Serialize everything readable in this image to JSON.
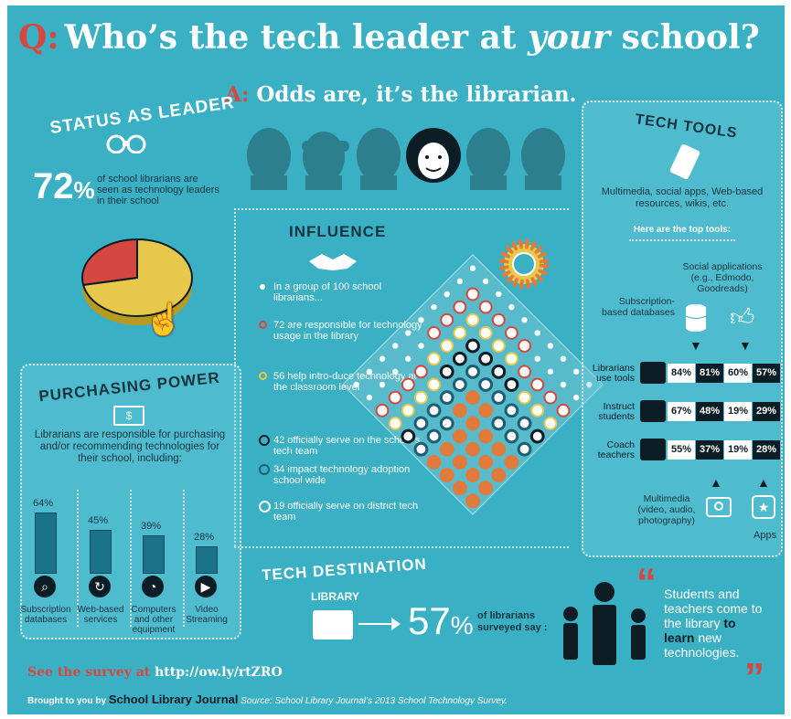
{
  "header": {
    "q_label": "Q:",
    "question": "Who’s the tech leader at ",
    "question_em": "your",
    "question_end": " school?",
    "a_label": "A:",
    "answer": "Odds are, it’s the librarian."
  },
  "status": {
    "heading": "STATUS AS LEADER",
    "percent": "72",
    "percent_sign": "%",
    "text": "of school librarians are seen as technology leaders in their school",
    "share": 0.72
  },
  "influence": {
    "heading": "INFLUENCE",
    "items": [
      {
        "text": "In a group of 100 school librarians...",
        "color": "#ffffff",
        "count": 100
      },
      {
        "text": "72 are responsible for technology usage in the library",
        "color": "#d6483f",
        "count": 72
      },
      {
        "text": "56 help intro-duce technology at the classroom level",
        "color": "#e8c84a",
        "count": 56
      },
      {
        "text": "42 officially serve on the school’s tech team",
        "color": "#0c1d26",
        "count": 42
      },
      {
        "text": "34 impact technology adoption school wide",
        "color": "#1e5f74",
        "count": 34
      },
      {
        "text": "19 officially serve on district tech team",
        "color": "#ffffff",
        "count": 19
      }
    ]
  },
  "purchasing": {
    "heading": "PURCHASING POWER",
    "text": "Librarians are responsible for purchasing and/or recommending technologies for their school, including:",
    "bars": [
      {
        "label": "Subscription databases",
        "pct_text": "64%",
        "value": 64,
        "icon": "magnifier-icon",
        "glyph": "⌕"
      },
      {
        "label": "Web-based services",
        "pct_text": "45%",
        "value": 45,
        "icon": "refresh-icon",
        "glyph": "↻"
      },
      {
        "label": "Computers and other equipment",
        "pct_text": "39%",
        "value": 39,
        "icon": "gauge-icon",
        "glyph": "◔"
      },
      {
        "label": "Video Streaming",
        "pct_text": "28%",
        "value": 28,
        "icon": "play-icon",
        "glyph": "▶"
      }
    ]
  },
  "tools": {
    "heading": "TECH TOOLS",
    "desc": "Multimedia, social apps, Web-based resources, wikis, etc.",
    "sub": "Here are the top tools:",
    "social_label": "Social applications (e.g., Edmodo, Goodreads)",
    "subscription_label": "Subscription-based databases",
    "multimedia_label": "Multimedia (video, audio, photography)",
    "apps_label": "Apps",
    "rows": [
      {
        "label": "Librarians use tools",
        "values": [
          "84%",
          "81%",
          "60%",
          "57%"
        ]
      },
      {
        "label": "Instruct students",
        "values": [
          "67%",
          "48%",
          "19%",
          "29%"
        ]
      },
      {
        "label": "Coach teachers",
        "values": [
          "55%",
          "37%",
          "19%",
          "28%"
        ]
      }
    ]
  },
  "destination": {
    "heading": "TECH DESTINATION",
    "library": "LIBRARY",
    "percent": "57",
    "percent_sign": "%",
    "said": "of librarians surveyed say :",
    "quote_pre": "Students and teachers come to the library ",
    "quote_bold": "to learn",
    "quote_post": " new technologies.",
    "quote_open": "“",
    "quote_close": "”"
  },
  "footer": {
    "survey_pre": "See the survey at ",
    "survey_url": "http://ow.ly/rtZRO",
    "brought": "Brought to you by",
    "brand": "School Library Journal",
    "source": "Source: School Library Journal’s 2013 School Technology Survey."
  },
  "colors": {
    "background": "#3ab0c4",
    "red": "#d6483f",
    "yellow": "#e8c84a",
    "dark": "#0c1d26"
  }
}
